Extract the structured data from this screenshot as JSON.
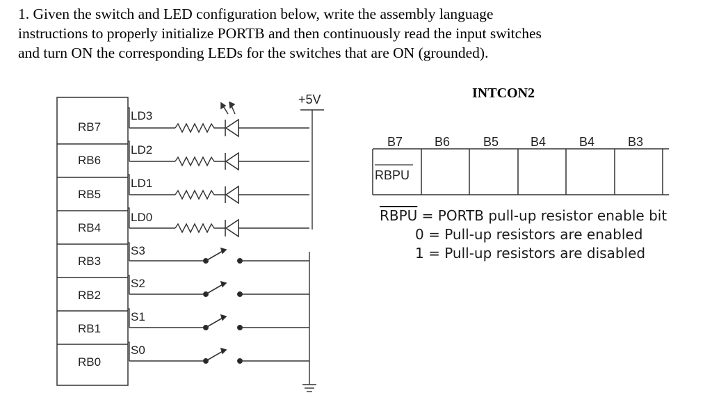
{
  "question": {
    "line1": "1. Given the switch and LED configuration below, write the assembly language",
    "line2": "instructions to properly initialize PORTB and then continuously read the input switches",
    "line3": "and turn ON the corresponding LEDs for the switches that are ON (grounded)."
  },
  "circuit": {
    "supply_label": "+5V",
    "pins": [
      "RB7",
      "RB6",
      "RB5",
      "RB4",
      "RB3",
      "RB2",
      "RB1",
      "RB0"
    ],
    "leds": [
      "LD3",
      "LD2",
      "LD1",
      "LD0"
    ],
    "switches": [
      "S3",
      "S2",
      "S1",
      "S0"
    ]
  },
  "register": {
    "title": "INTCON2",
    "bits": [
      "B7",
      "B6",
      "B5",
      "B4",
      "B4",
      "B3"
    ],
    "rbpu_cell": "RBPU",
    "desc_name": "RBPU",
    "desc_line1": " = PORTB pull-up resistor enable bit",
    "desc_line2": "0 = Pull-up resistors are enabled",
    "desc_line3": "1 = Pull-up resistors are disabled"
  }
}
